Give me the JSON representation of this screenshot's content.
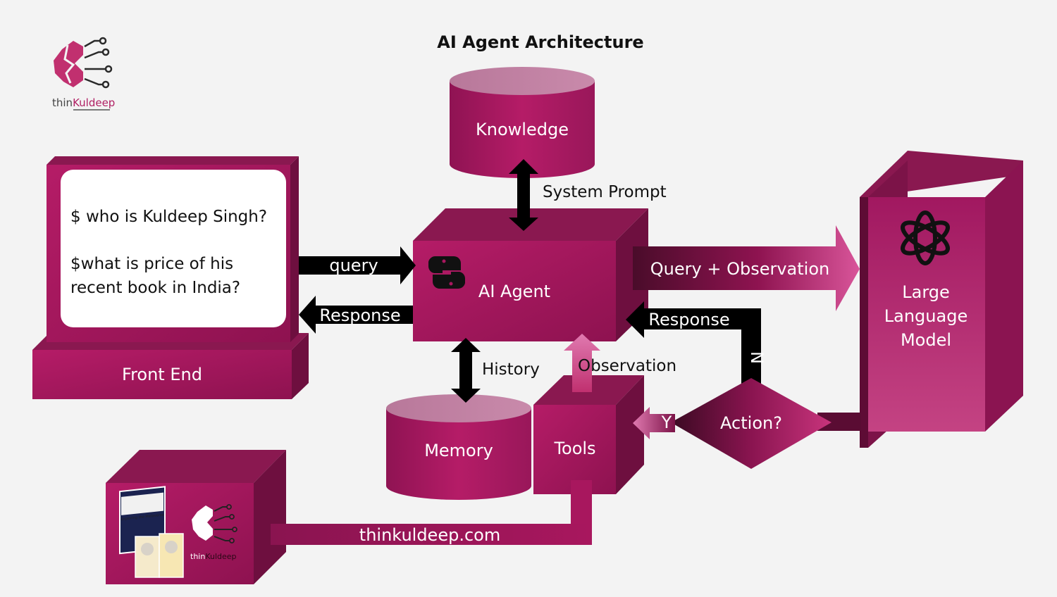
{
  "title": "AI Agent Architecture",
  "logo": {
    "brand_prefix": "thin",
    "brand_suffix": "Kuldeep",
    "icon": "brain-circuit-icon"
  },
  "front_end": {
    "label": "Front End",
    "screen_lines": [
      "$ who is Kuldeep Singh?",
      "$what is price of his",
      "recent book in India?"
    ]
  },
  "knowledge": {
    "label": "Knowledge"
  },
  "agent": {
    "label": "AI Agent",
    "icon": "python-icon"
  },
  "memory": {
    "label": "Memory"
  },
  "tools": {
    "label": "Tools"
  },
  "llm": {
    "label_lines": [
      "Large",
      "Language",
      "Model"
    ],
    "icon": "openai-icon"
  },
  "decision": {
    "label": "Action?",
    "yes_label": "Y",
    "no_label": "N"
  },
  "website": {
    "url_label": "thinkuldeep.com",
    "book_cover_title": "Exploring the Metaverse",
    "brand_prefix": "thin",
    "brand_suffix": "Kuldeep"
  },
  "flows": {
    "query": "query",
    "response_front": "Response",
    "system_prompt": "System Prompt",
    "history": "History",
    "observation": "Observation",
    "query_observation": "Query + Observation",
    "response_llm": "Response"
  },
  "colors": {
    "box_front": "#a8175e",
    "box_top": "#8a1850",
    "box_side": "#6e0f3f",
    "arrow_dark": "#000000",
    "background": "#f3f3f3"
  }
}
